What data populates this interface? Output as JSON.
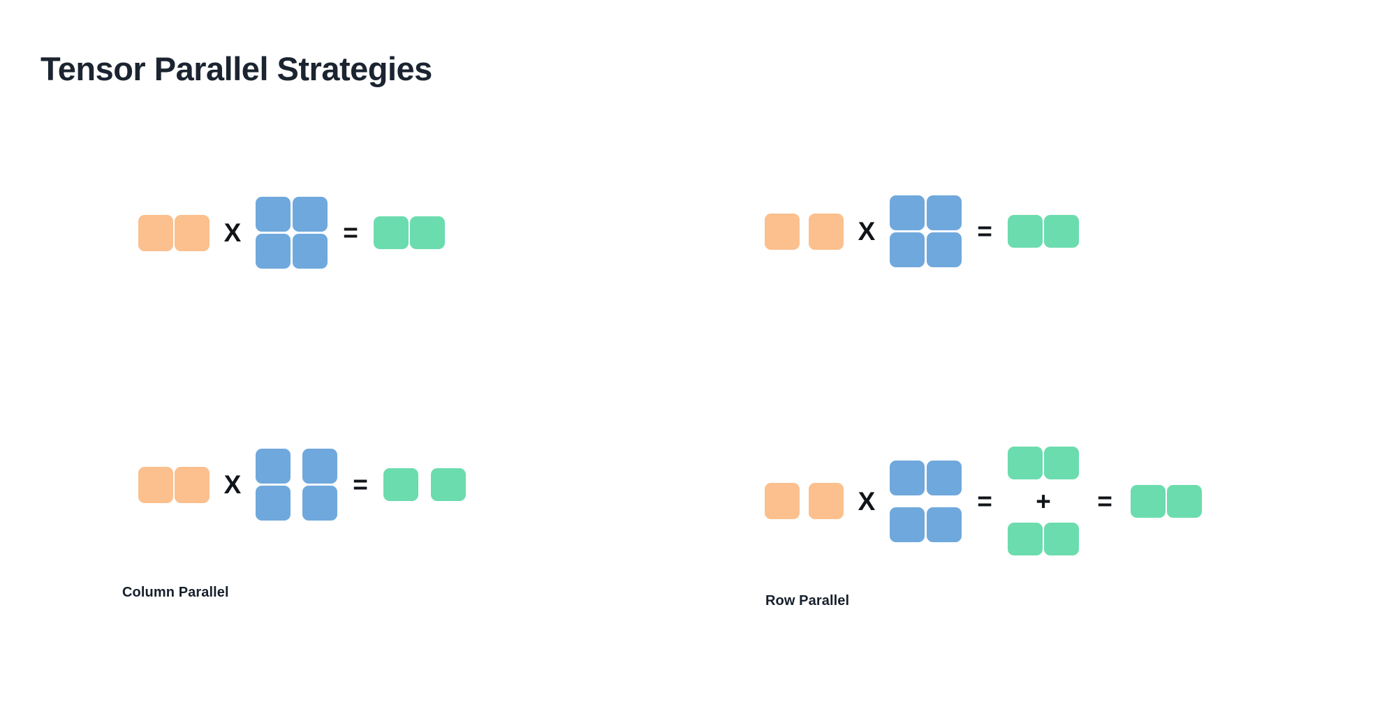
{
  "page": {
    "title": "Tensor Parallel Strategies",
    "background_color": "#ffffff",
    "title_color": "#1b2430"
  },
  "palette": {
    "input_activation": "#fbc08e",
    "weight_matrix": "#6fa8dc",
    "output_activation": "#6bdcae",
    "operator_text": "#111418",
    "label_text": "#16202c"
  },
  "operators": {
    "multiply": "X",
    "equals": "=",
    "plus": "+"
  },
  "diagrams": [
    {
      "id": "column-parallel-top",
      "position": "top-left",
      "caption": "",
      "input": {
        "color": "#fbc08e",
        "tiles": 2,
        "split": false
      },
      "weights": {
        "color": "#6fa8dc",
        "rows": 2,
        "cols": 2,
        "split": "none"
      },
      "output": {
        "color": "#6bdcae",
        "tiles": 2,
        "split": false
      }
    },
    {
      "id": "column-parallel-bottom",
      "position": "bottom-left",
      "caption": "Column Parallel",
      "input": {
        "color": "#fbc08e",
        "tiles": 2,
        "split": false
      },
      "weights": {
        "color": "#6fa8dc",
        "rows": 2,
        "cols": 2,
        "split": "column"
      },
      "output": {
        "color": "#6bdcae",
        "tiles": 2,
        "split": true
      }
    },
    {
      "id": "row-parallel-top",
      "position": "top-right",
      "caption": "",
      "input": {
        "color": "#fbc08e",
        "tiles": 2,
        "split": true
      },
      "weights": {
        "color": "#6fa8dc",
        "rows": 2,
        "cols": 2,
        "split": "none"
      },
      "output": {
        "color": "#6bdcae",
        "tiles": 2,
        "split": false
      }
    },
    {
      "id": "row-parallel-bottom",
      "position": "bottom-right",
      "caption": "Row Parallel",
      "input": {
        "color": "#fbc08e",
        "tiles": 2,
        "split": true
      },
      "weights": {
        "color": "#6fa8dc",
        "rows": 2,
        "cols": 2,
        "split": "row"
      },
      "partial_outputs": [
        {
          "color": "#6bdcae",
          "tiles": 2
        },
        {
          "color": "#6bdcae",
          "tiles": 2
        }
      ],
      "output": {
        "color": "#6bdcae",
        "tiles": 2,
        "split": false
      }
    }
  ],
  "labels": {
    "column_parallel": "Column Parallel",
    "row_parallel": "Row Parallel"
  }
}
